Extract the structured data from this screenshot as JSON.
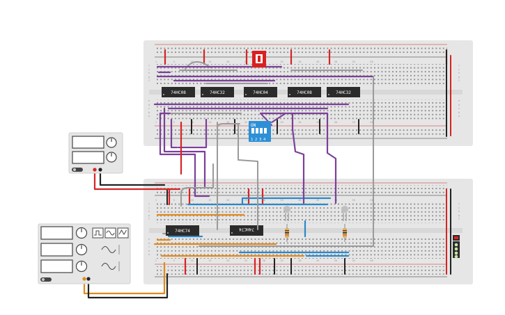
{
  "canvas": {
    "background": "#ffffff"
  },
  "colors": {
    "board": "#e6e6e6",
    "hole": "#8e8e8e",
    "rail_red": "#d01c1c",
    "rail_black": "#222222",
    "chip": "#2b2b2b",
    "chip_text": "#ffffff",
    "wire_purple": "#7b3f98",
    "wire_red": "#d62424",
    "wire_black": "#222222",
    "wire_gray": "#9a9a9a",
    "wire_blue": "#2b88c8",
    "wire_orange": "#e2891c",
    "dip_blue": "#2d8fd6",
    "pushbutton_red": "#d82020",
    "led_gray": "#bfbfbf",
    "led_green": "#c8e6a0"
  },
  "top_board": {
    "column_labels": [
      "1",
      "5",
      "10",
      "15",
      "20",
      "25",
      "30",
      "35",
      "40",
      "45",
      "50",
      "55",
      "60"
    ],
    "row_labels": [
      "j",
      "i",
      "h",
      "g",
      "f",
      "e",
      "d",
      "c",
      "b",
      "a"
    ],
    "chips": [
      "74HC08",
      "74HC32",
      "74HC04",
      "74HC08",
      "74HC32"
    ],
    "dip_switch": {
      "on_label": "ON",
      "numbers": [
        "1",
        "2",
        "3",
        "4"
      ]
    }
  },
  "bottom_board": {
    "column_labels": [
      "1",
      "5",
      "10",
      "15",
      "20",
      "25",
      "30",
      "35",
      "40",
      "45",
      "50",
      "55",
      "60"
    ],
    "row_labels": [
      "j",
      "i",
      "h",
      "g",
      "f",
      "e",
      "d",
      "c",
      "b",
      "a"
    ],
    "chips": [
      "74HC74",
      "74HC74"
    ]
  },
  "power_supply": {
    "icons": [
      "power-toggle-icon",
      "adjust-knob-icon",
      "adjust-knob-icon"
    ]
  },
  "function_generator": {
    "waveform_buttons": [
      "square-wave-icon",
      "sine-wave-icon",
      "triangle-wave-icon"
    ],
    "icons": [
      "power-toggle-icon",
      "frequency-knob-icon",
      "amplitude-knob-icon",
      "offset-knob-icon"
    ]
  },
  "components": {
    "leds": [
      "white-led-icon",
      "white-led-icon"
    ],
    "resistors": [
      "resistor-icon",
      "resistor-icon"
    ],
    "bar_indicator": "led-bar-graph-icon",
    "pushbutton": "pushbutton-icon"
  }
}
